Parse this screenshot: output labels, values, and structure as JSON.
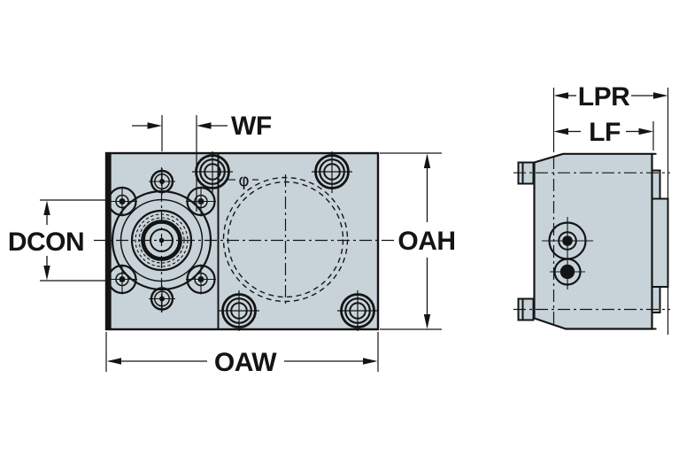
{
  "drawing": {
    "colors": {
      "body_fill": "#c7d3d9",
      "line_color": "#141414",
      "background": "#ffffff"
    },
    "front_view": {
      "dimensions": {
        "wf": "WF",
        "dcon": "DCON",
        "oah": "OAH",
        "oaw": "OAW"
      },
      "symbols": {
        "diameter": "φ"
      }
    },
    "side_view": {
      "dimensions": {
        "lpr": "LPR",
        "lf": "LF"
      }
    }
  }
}
